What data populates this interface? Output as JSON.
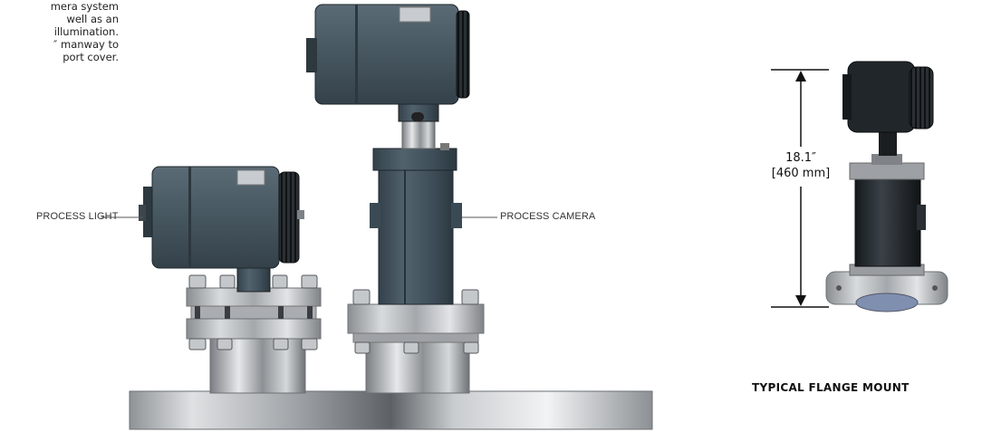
{
  "intro_lines": [
    "mera system",
    "well as an",
    "illumination.",
    "″ manway to",
    "port cover."
  ],
  "callouts": {
    "light": "PROCESS LIGHT",
    "camera": "PROCESS CAMERA"
  },
  "dimension": {
    "imperial": "18.1″",
    "metric": "[460 mm]"
  },
  "caption": "TYPICAL FLANGE MOUNT",
  "colors": {
    "housing": "#4a5b66",
    "steel": "#b9bdc1",
    "fins": "#1d2226",
    "dark_body": "#262b2f"
  }
}
